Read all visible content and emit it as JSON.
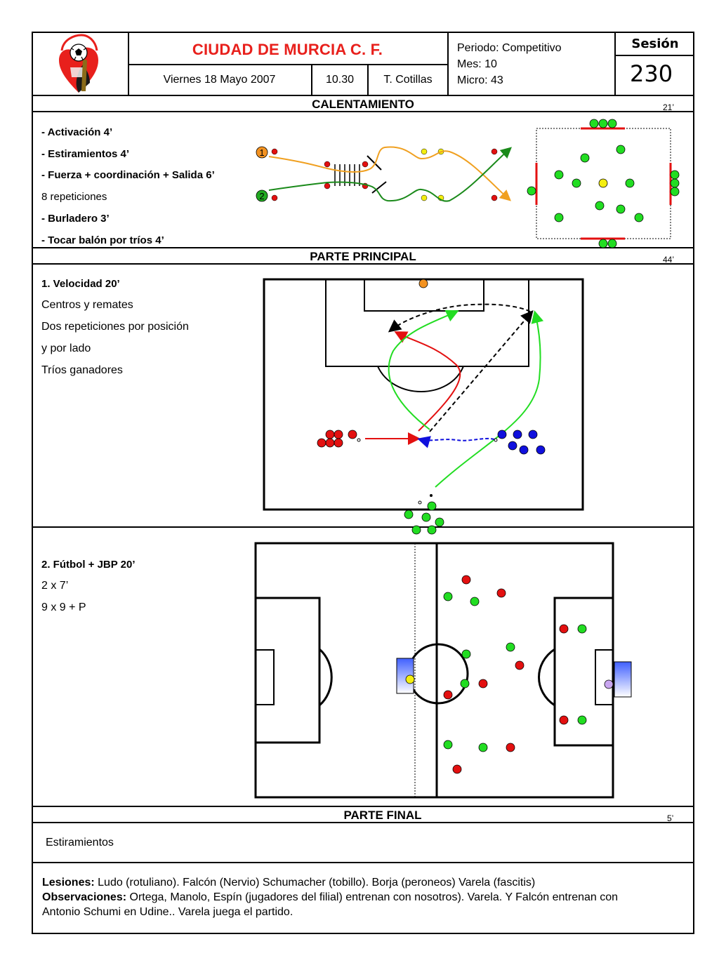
{
  "header": {
    "club_name": "CIUDAD DE MURCIA C. F.",
    "date": "Viernes 18  Mayo  2007",
    "time": "10.30",
    "coach": "T. Cotillas",
    "period": "Periodo: Competitivo",
    "month": "Mes: 10",
    "micro": "Micro: 43",
    "session_label": "Sesión",
    "session_number": "230"
  },
  "warmup": {
    "title": "CALENTAMIENTO",
    "minutes": "21’",
    "items": [
      "- Activación 4’",
      "- Estiramientos 4’",
      "- Fuerza + coordinación + Salida 6’",
      "8 repeticiones",
      "- Burladero 3’",
      "- Tocar balón por tríos 4’"
    ],
    "diagram_markers": [
      "1",
      "2"
    ]
  },
  "main": {
    "title": "PARTE PRINCIPAL",
    "minutes": "44’",
    "exercise1": {
      "title": "1. Velocidad  20’",
      "lines": [
        "Centros y remates",
        "Dos repeticiones por posición",
        "y por lado",
        "Tríos ganadores"
      ]
    },
    "exercise2": {
      "title": "2. Fútbol + JBP 20’",
      "lines": [
        "2 x 7’",
        "9 x 9 + P"
      ]
    }
  },
  "final": {
    "title": "PARTE FINAL",
    "minutes": "5’",
    "text": "Estiramientos"
  },
  "notes": {
    "injuries_label": "Lesiones:",
    "injuries_text": "Ludo (rotuliano). Falcón (Nervio) Schumacher (tobillo). Borja (peroneos)  Varela (fascitis)",
    "observations_label": "Observaciones:",
    "observations_text_line1": "Ortega, Manolo, Espín  (jugadores del filial) entrenan con nosotros). Varela. Y Falcón entrenan con",
    "observations_text_line2": "Antonio Schumi en Udine..  Varela juega el partido."
  },
  "colors": {
    "club_red": "#e8201c",
    "player_green": "#22dd22",
    "player_red": "#e31010",
    "player_blue": "#1010dd",
    "player_yellow": "#f4ee10",
    "player_orange": "#f39220",
    "path_orange": "#f0a020",
    "path_green": "#1a8a1a"
  },
  "icons": [
    "club-crest-icon",
    "football-icon"
  ]
}
